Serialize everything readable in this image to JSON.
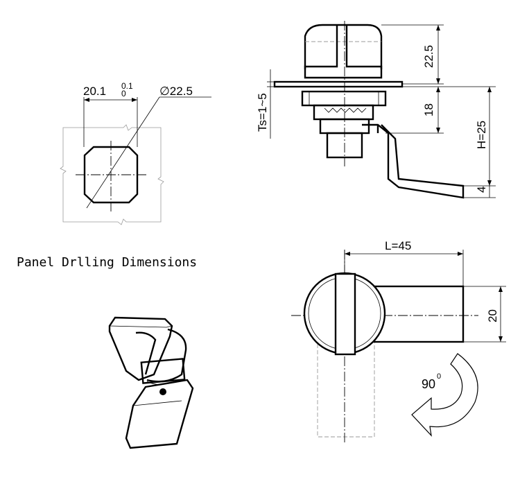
{
  "drilling": {
    "width_main": "20.1",
    "tol_upper": "0.1",
    "tol_lower": "0",
    "diameter": "∅22.5",
    "caption": "Panel Drlling Dimensions"
  },
  "side": {
    "dim_top": "22.5",
    "dim_ts": "Ts=1~5",
    "dim_18": "18",
    "dim_h": "H=25",
    "dim_4": "4"
  },
  "top": {
    "dim_l": "L=45",
    "dim_20": "20",
    "rotation_main": "90",
    "rotation_sup": "0"
  }
}
